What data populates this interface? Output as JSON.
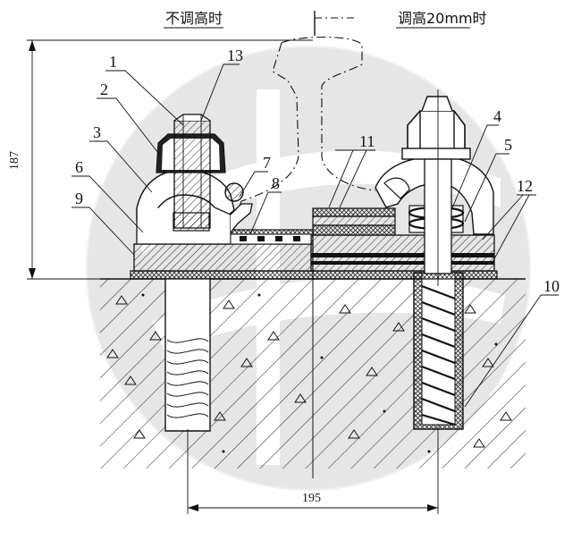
{
  "labels": {
    "left_title": "不调高时",
    "right_title": "调高20mm时",
    "dim_height": "187",
    "dim_width": "195"
  },
  "callouts": [
    "1",
    "2",
    "3",
    "4",
    "5",
    "6",
    "7",
    "8",
    "9",
    "10",
    "11",
    "12",
    "13"
  ],
  "colors": {
    "line": "#111111",
    "watermark": "#e4e4e4",
    "background": "#ffffff"
  },
  "icons": [
    "company-logo-watermark"
  ]
}
